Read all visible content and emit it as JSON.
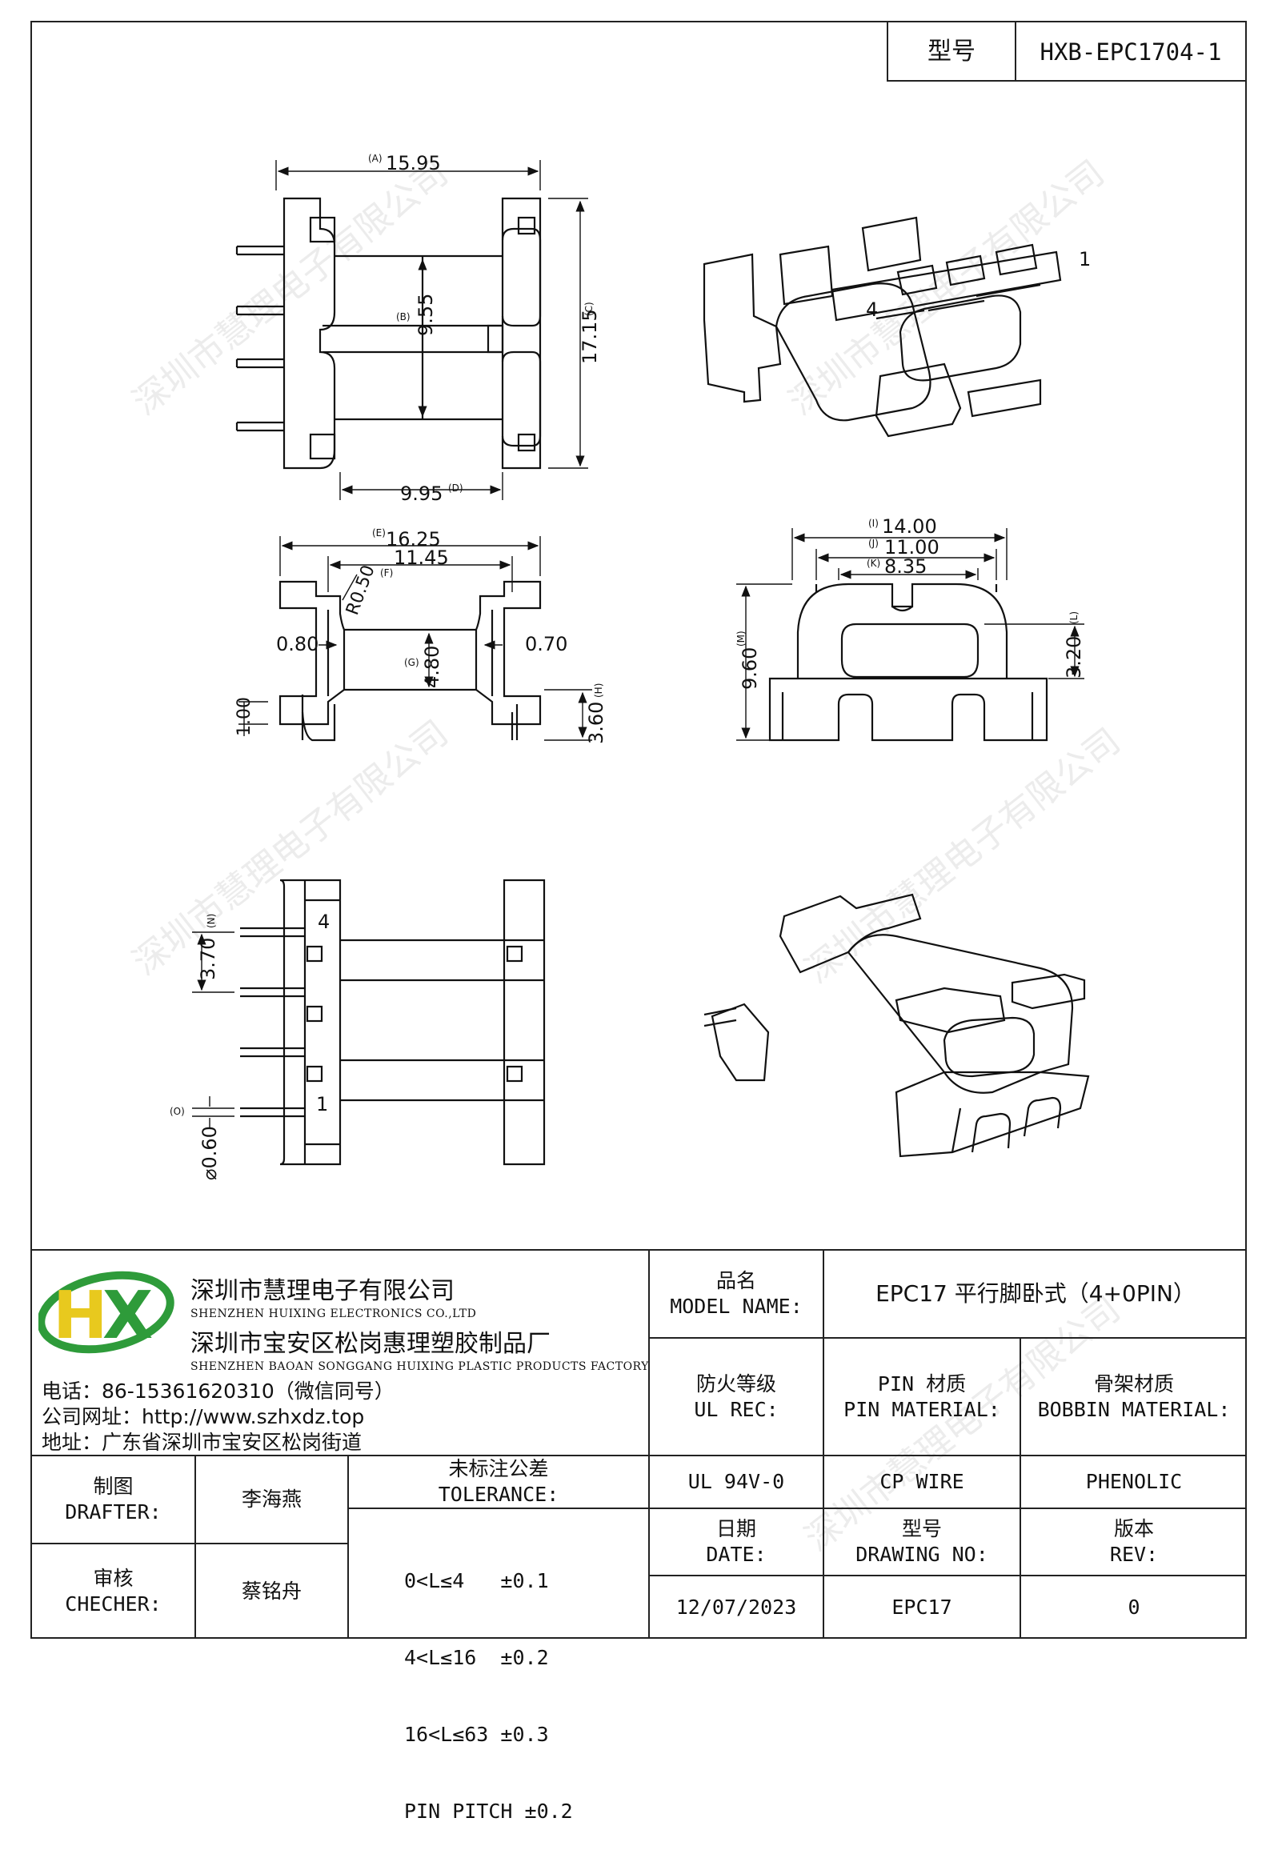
{
  "model_block": {
    "label": "型号",
    "value": "HXB-EPC1704-1"
  },
  "watermark": "深圳市慧理电子有限公司",
  "dimensions": {
    "a": "15.95",
    "a_tag": "(A)",
    "b": "9.55",
    "b_tag": "(B)",
    "c": "17.15",
    "c_tag": "(C)",
    "d": "9.95",
    "d_tag": "(D)",
    "e": "16.25",
    "e_tag": "(E)",
    "f": "11.45",
    "f_tag": "(F)",
    "r": "R0.50",
    "left_wall": "0.80",
    "right_wall": "0.70",
    "g": "4.80",
    "g_tag": "(G)",
    "h_left": "1.00",
    "h": "3.60",
    "h_tag": "(H)",
    "i": "14.00",
    "i_tag": "(I)",
    "j": "11.00",
    "j_tag": "(J)",
    "k": "8.35",
    "k_tag": "(K)",
    "m": "9.60",
    "m_tag": "(M)",
    "l": "3.20",
    "l_tag": "(L)",
    "n": "3.70",
    "n_tag": "(N)",
    "o": "⌀0.60",
    "o_tag": "(O)"
  },
  "pin_labels": {
    "pin_1": "1",
    "pin_4": "4"
  },
  "company": {
    "name_cn": "深圳市慧理电子有限公司",
    "name_en": "SHENZHEN HUIXING ELECTRONICS CO.,LTD",
    "factory_cn": "深圳市宝安区松岗惠理塑胶制品厂",
    "factory_en": "SHENZHEN BAOAN SONGGANG HUIXING PLASTIC PRODUCTS FACTORY",
    "phone": "电话：86-15361620310（微信同号）",
    "website": "公司网址：http://www.szhxdz.top",
    "address": "地址：广东省深圳市宝安区松岗街道"
  },
  "logo": {
    "letters": "HX",
    "green": "#2e9b3a",
    "yellow": "#e8c91e"
  },
  "title_block": {
    "model_name_cn": "品名",
    "model_name_en": "MODEL NAME:",
    "model_name_value": "EPC17 平行脚卧式（4+0PIN）",
    "fire_cn": "防火等级",
    "fire_en": "UL REC:",
    "pin_mat_cn": "PIN 材质",
    "pin_mat_en": "PIN MATERIAL:",
    "bobbin_cn": "骨架材质",
    "bobbin_en": "BOBBIN MATERIAL:",
    "fire_value": "UL 94V-0",
    "pin_value": "CP WIRE",
    "bobbin_value": "PHENOLIC",
    "date_cn": "日期",
    "date_en": "DATE:",
    "drawing_cn": "型号",
    "drawing_en": "DRAWING NO:",
    "rev_cn": "版本",
    "rev_en": "REV:",
    "date_value": "12/07/2023",
    "drawing_value": "EPC17",
    "rev_value": "0",
    "drafter_cn": "制图",
    "drafter_en": "DRAFTER:",
    "drafter_name": "李海燕",
    "checker_cn": "审核",
    "checker_en": "CHECHER:",
    "checker_name": "蔡铭舟",
    "tolerance_cn": "未标注公差",
    "tolerance_en": "TOLERANCE:",
    "tol_1": "0<L≤4   ±0.1",
    "tol_2": "4<L≤16  ±0.2",
    "tol_3": "16<L≤63 ±0.3",
    "tol_4": "PIN PITCH ±0.2"
  }
}
